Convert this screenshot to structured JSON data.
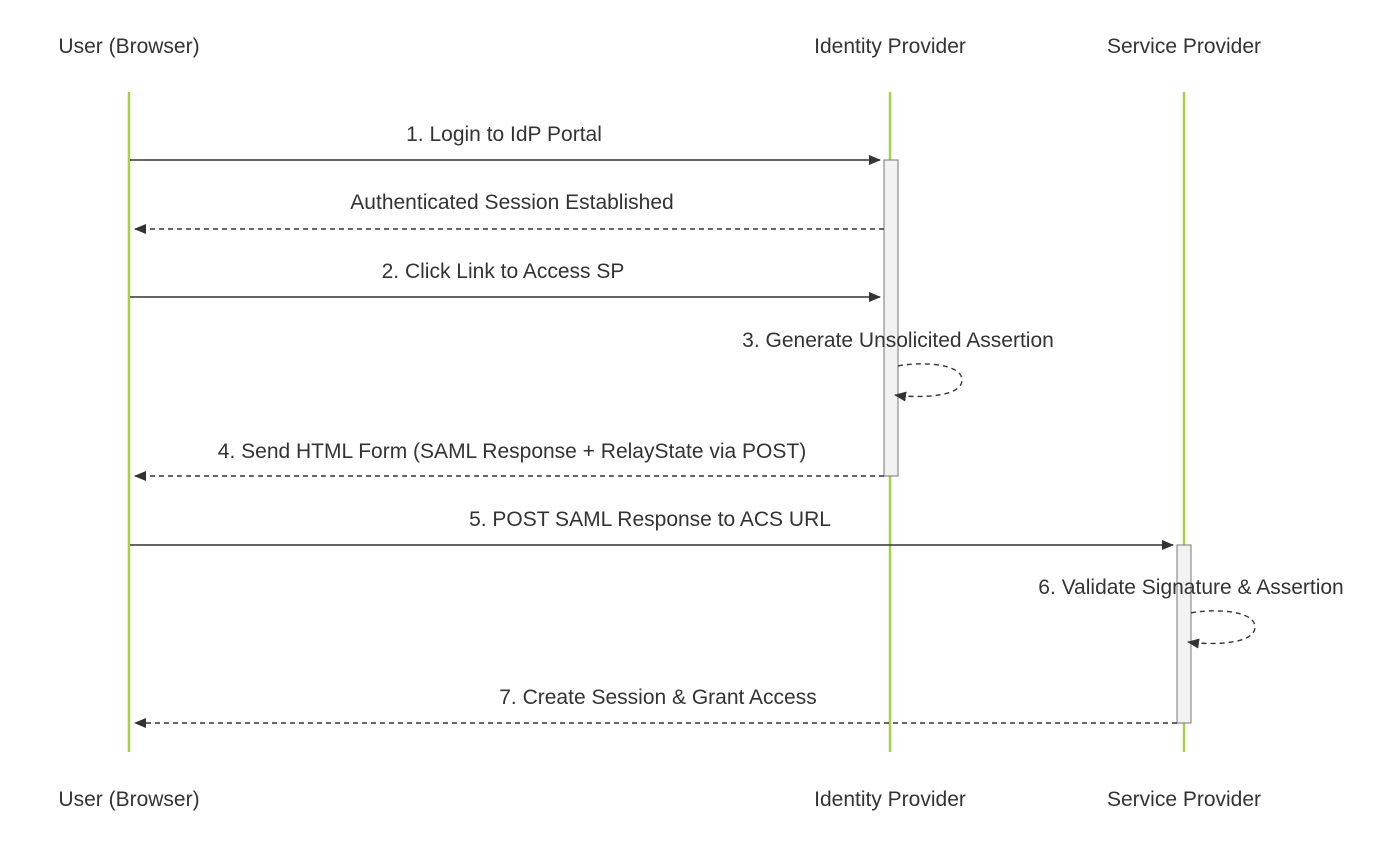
{
  "colors": {
    "lifeline": "#a4d244",
    "arrow": "#333333",
    "activation_fill": "#f2f2f2",
    "activation_stroke": "#777777",
    "text": "#333333"
  },
  "participants": [
    {
      "id": "user",
      "label": "User (Browser)"
    },
    {
      "id": "idp",
      "label": "Identity Provider"
    },
    {
      "id": "sp",
      "label": "Service Provider"
    }
  ],
  "messages": [
    {
      "label": "1. Login to IdP Portal",
      "from": "user",
      "to": "idp",
      "style": "solid"
    },
    {
      "label": "Authenticated Session Established",
      "from": "idp",
      "to": "user",
      "style": "dashed"
    },
    {
      "label": "2. Click Link to Access SP",
      "from": "user",
      "to": "idp",
      "style": "solid"
    },
    {
      "label": "3. Generate Unsolicited Assertion",
      "from": "idp",
      "to": "idp",
      "style": "dashed"
    },
    {
      "label": "4. Send HTML Form (SAML Response + RelayState via POST)",
      "from": "idp",
      "to": "user",
      "style": "dashed"
    },
    {
      "label": "5. POST SAML Response to ACS URL",
      "from": "user",
      "to": "sp",
      "style": "solid"
    },
    {
      "label": "6. Validate Signature & Assertion",
      "from": "sp",
      "to": "sp",
      "style": "dashed"
    },
    {
      "label": "7. Create Session & Grant Access",
      "from": "sp",
      "to": "user",
      "style": "dashed"
    }
  ]
}
